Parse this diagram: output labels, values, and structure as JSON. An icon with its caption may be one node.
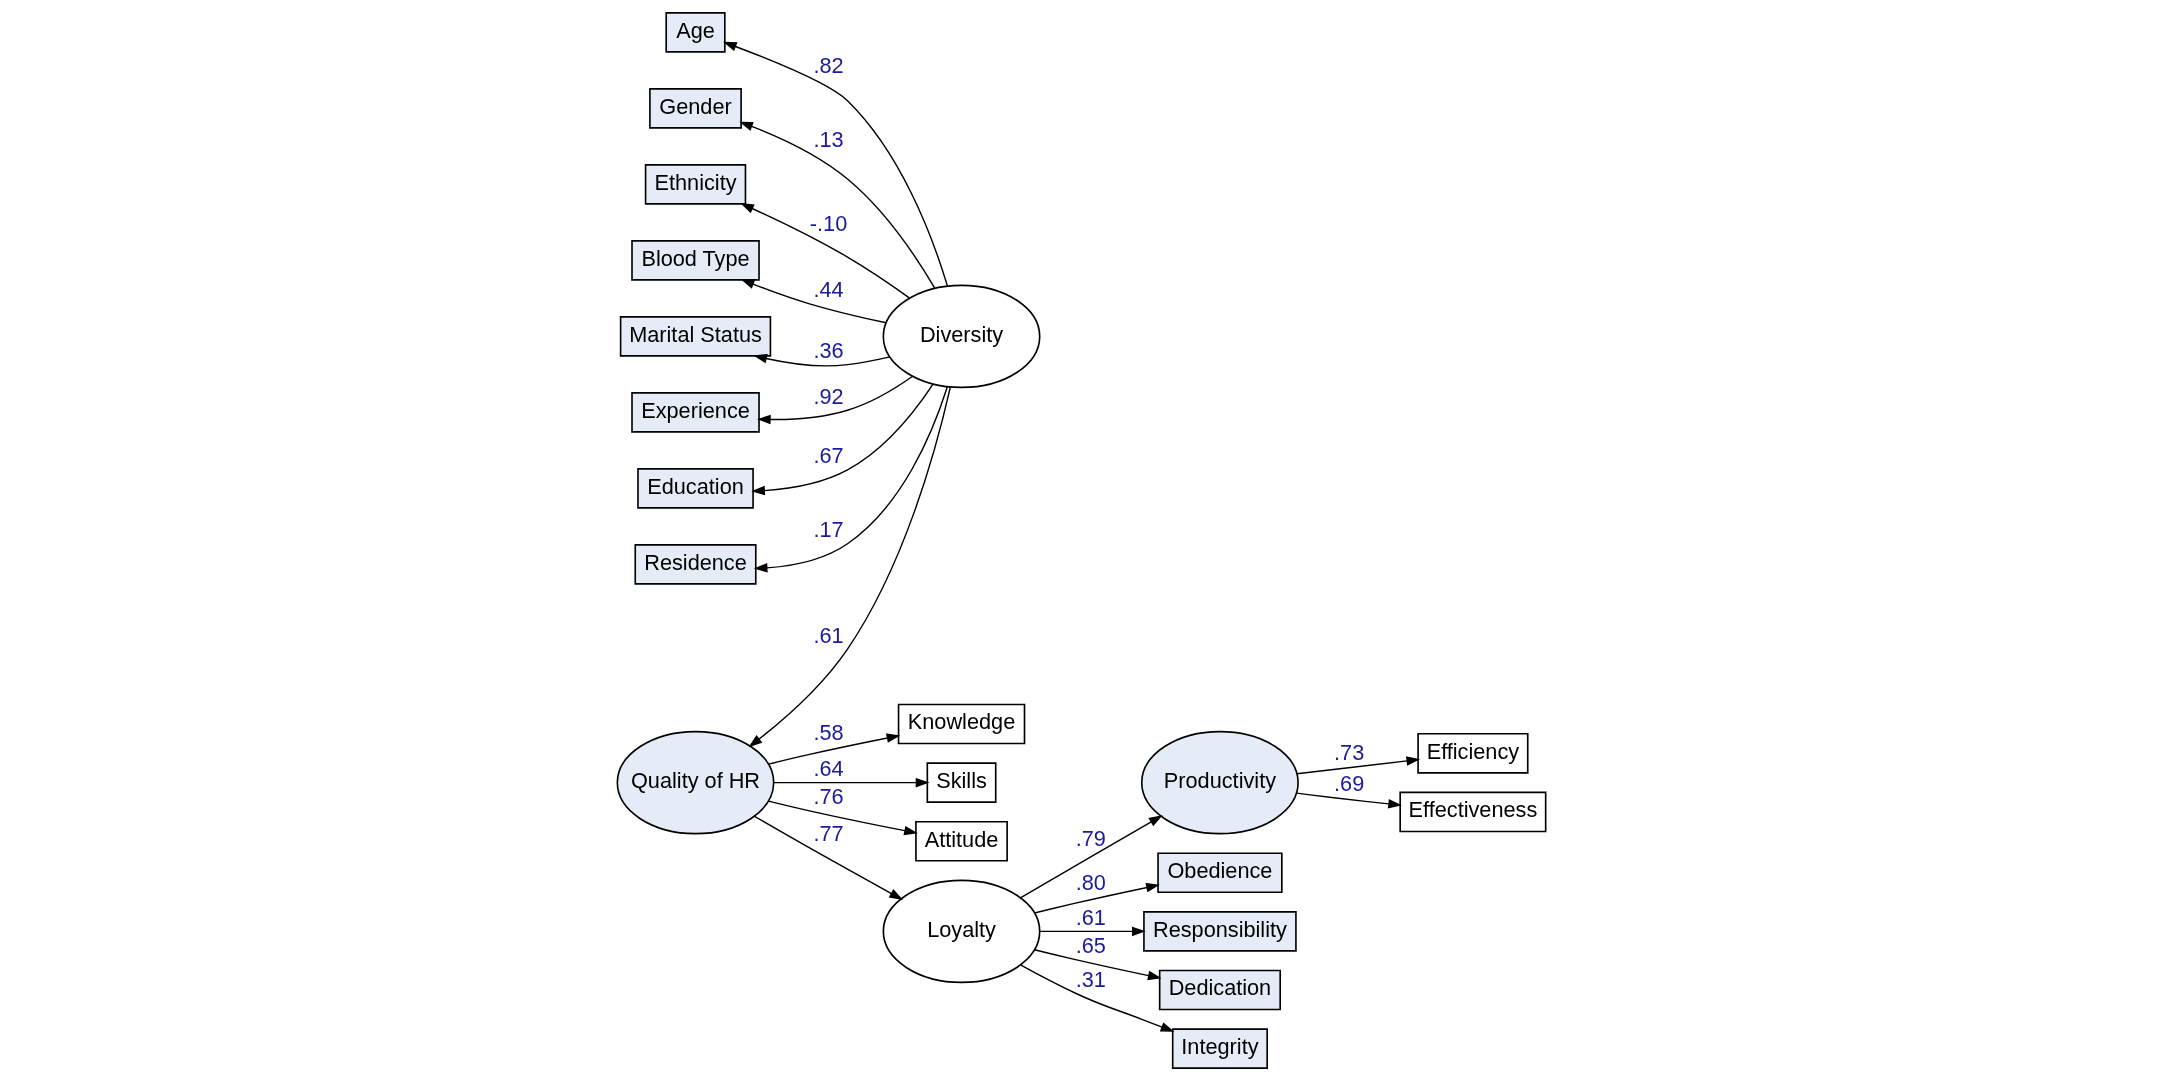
{
  "diagram": {
    "nodes": [
      {
        "text": [
          "Age"
        ]
      },
      {
        "text": [
          "Gender"
        ]
      },
      {
        "text": [
          "Ethnicity"
        ]
      },
      {
        "text": [
          "Blood Type"
        ]
      },
      {
        "text": [
          "Marital Status"
        ]
      },
      {
        "text": [
          "Experience"
        ]
      },
      {
        "text": [
          "Education"
        ]
      },
      {
        "text": [
          "Residence"
        ]
      },
      {
        "text": [
          "Diversity"
        ]
      },
      {
        "text": [
          "Knowledge"
        ]
      },
      {
        "text": [
          "Skills"
        ]
      },
      {
        "text": [
          "Quality of HR"
        ]
      },
      {
        "text": [
          "Attitude"
        ]
      },
      {
        "text": [
          "Efficiency"
        ]
      },
      {
        "text": [
          "Loyalty"
        ]
      },
      {
        "text": [
          "Productivity"
        ]
      },
      {
        "text": [
          "Obedience"
        ]
      },
      {
        "text": [
          "Responsibility"
        ]
      },
      {
        "text": [
          "Dedication"
        ]
      },
      {
        "text": [
          "Integrity"
        ]
      },
      {
        "text": [
          "Effectiveness"
        ]
      }
    ],
    "edges": [
      {
        "from": 8,
        "to": 0,
        "arrow": "to",
        "label": ".82"
      },
      {
        "from": 8,
        "to": 1,
        "arrow": "to",
        "label": ".13"
      },
      {
        "from": 8,
        "to": 2,
        "arrow": "to",
        "label": "-.10"
      },
      {
        "from": 8,
        "to": 3,
        "arrow": "to",
        "label": ".44"
      },
      {
        "from": 8,
        "to": 4,
        "arrow": "to",
        "label": ".36"
      },
      {
        "from": 8,
        "to": 5,
        "arrow": "to",
        "label": ".92"
      },
      {
        "from": 8,
        "to": 6,
        "arrow": "to",
        "label": ".67"
      },
      {
        "from": 8,
        "to": 7,
        "arrow": "to",
        "label": ".17"
      },
      {
        "from": 8,
        "to": 11,
        "arrow": "to",
        "label": ".61"
      },
      {
        "from": 11,
        "to": 9,
        "arrow": "to",
        "label": ".58"
      },
      {
        "from": 11,
        "to": 10,
        "arrow": "to",
        "label": ".64"
      },
      {
        "from": 11,
        "to": 12,
        "arrow": "to",
        "label": ".76"
      },
      {
        "from": 11,
        "to": 14,
        "arrow": "to",
        "label": ".77"
      },
      {
        "from": 14,
        "to": 15,
        "arrow": "to",
        "label": ".79"
      },
      {
        "from": 15,
        "to": 13,
        "arrow": "to",
        "label": ".73"
      },
      {
        "from": 15,
        "to": 20,
        "arrow": "to",
        "label": ".69"
      },
      {
        "from": 14,
        "to": 16,
        "arrow": "to",
        "label": ".80"
      },
      {
        "from": 14,
        "to": 17,
        "arrow": "to",
        "label": ".61"
      },
      {
        "from": 14,
        "to": 18,
        "arrow": "to",
        "label": ".65"
      },
      {
        "from": 14,
        "to": 19,
        "arrow": "to",
        "label": ".31"
      }
    ]
  }
}
